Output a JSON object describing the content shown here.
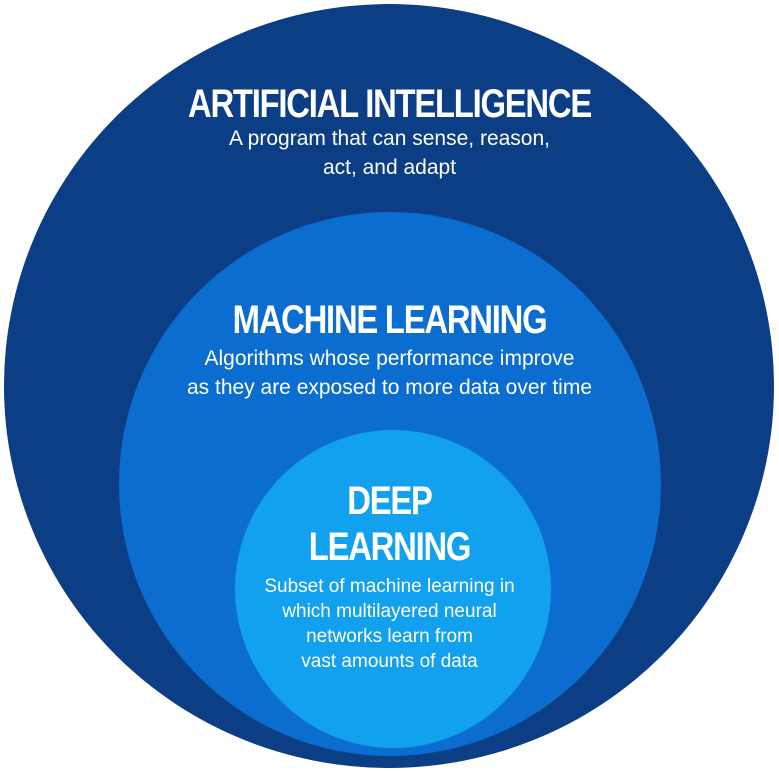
{
  "colors": {
    "ai": "#0c3e85",
    "ml": "#0a6dcf",
    "dl": "#12a1ee"
  },
  "ai": {
    "title": "ARTIFICIAL INTELLIGENCE",
    "desc": [
      "A program that can sense, reason,",
      "act, and adapt"
    ]
  },
  "ml": {
    "title": "MACHINE LEARNING",
    "desc": [
      "Algorithms whose performance improve",
      "as they are exposed to more data over time"
    ]
  },
  "dl": {
    "title": [
      "DEEP",
      "LEARNING"
    ],
    "desc": [
      "Subset of machine learning in",
      "which multilayered neural",
      "networks learn from",
      "vast amounts of data"
    ]
  }
}
